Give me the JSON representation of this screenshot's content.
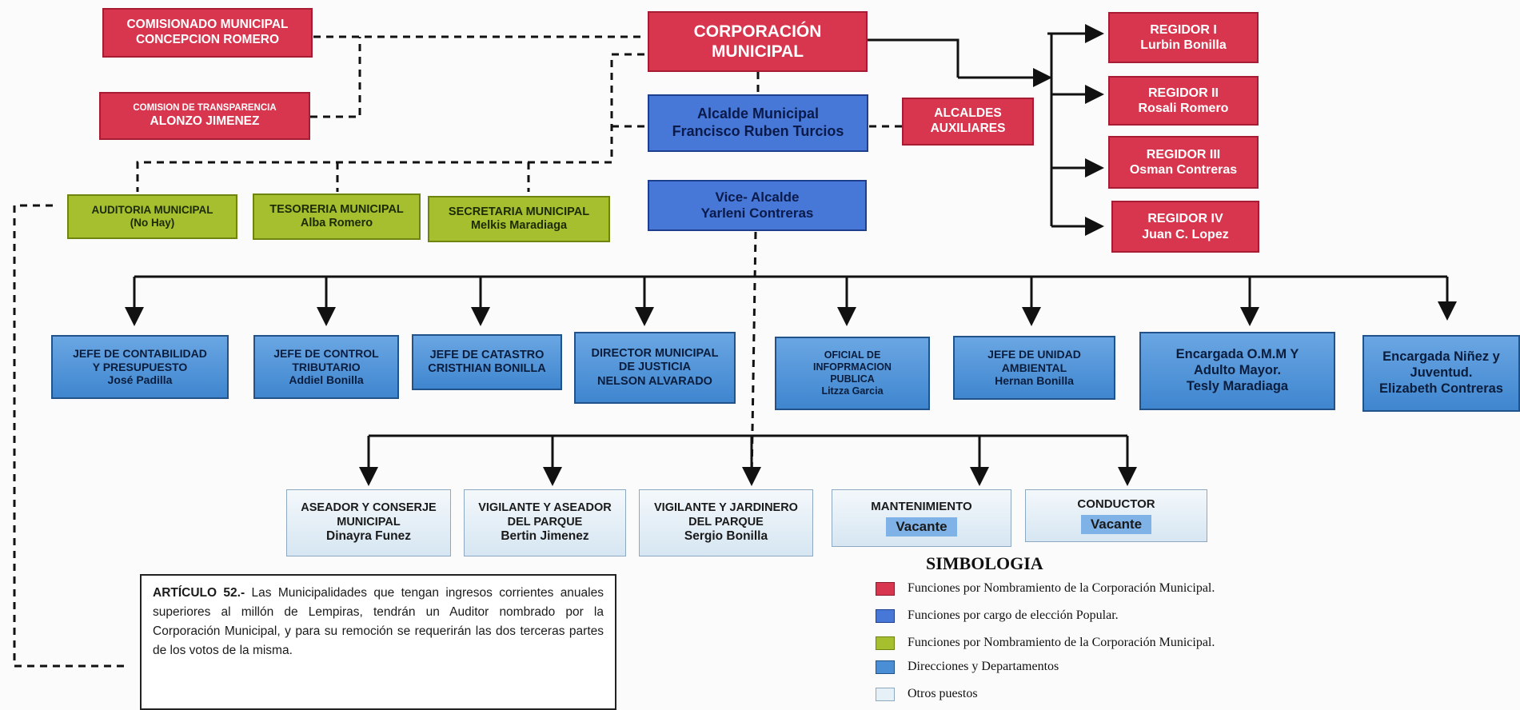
{
  "corporacion": {
    "line1": "CORPORACIÓN",
    "line2": "MUNICIPAL"
  },
  "comisionado": {
    "line1": "COMISIONADO MUNICIPAL",
    "line2": "CONCEPCION  ROMERO"
  },
  "comision": {
    "line1": "COMISION DE TRANSPARENCIA",
    "line2": "ALONZO JIMENEZ"
  },
  "alcalde": {
    "line1": "Alcalde Municipal",
    "line2": "Francisco Ruben Turcios"
  },
  "alcaldes_aux": {
    "line1": "ALCALDES",
    "line2": "AUXILIARES"
  },
  "vice": {
    "line1": "Vice- Alcalde",
    "line2": "Yarleni Contreras"
  },
  "regidores": [
    {
      "title": "REGIDOR I",
      "name": "Lurbin Bonilla"
    },
    {
      "title": "REGIDOR II",
      "name": "Rosali Romero"
    },
    {
      "title": "REGIDOR III",
      "name": "Osman Contreras"
    },
    {
      "title": "REGIDOR IV",
      "name": "Juan C. Lopez"
    }
  ],
  "green_boxes": [
    {
      "line1": "AUDITORIA MUNICIPAL",
      "line2": "(No Hay)"
    },
    {
      "line1": "TESORERIA MUNICIPAL",
      "line2": "Alba Romero"
    },
    {
      "line1": "SECRETARIA MUNICIPAL",
      "line2": "Melkis Maradiaga"
    }
  ],
  "departments": [
    {
      "lines": [
        "JEFE DE CONTABILIDAD",
        "Y PRESUPUESTO",
        "José Padilla"
      ]
    },
    {
      "lines": [
        "JEFE DE CONTROL",
        "TRIBUTARIO",
        "Addiel Bonilla"
      ]
    },
    {
      "lines": [
        "JEFE DE CATASTRO",
        "CRISTHIAN BONILLA"
      ]
    },
    {
      "lines": [
        "DIRECTOR MUNICIPAL",
        "DE JUSTICIA",
        "NELSON ALVARADO"
      ]
    },
    {
      "lines": [
        "OFICIAL DE",
        "INFOPRMACION",
        "PUBLICA",
        "Litzza Garcia"
      ]
    },
    {
      "lines": [
        "JEFE DE UNIDAD",
        "AMBIENTAL",
        "Hernan Bonilla"
      ]
    },
    {
      "lines": [
        "Encargada O.M.M Y",
        "Adulto Mayor.",
        "Tesly Maradiaga"
      ]
    },
    {
      "lines": [
        "Encargada Niñez y",
        "Juventud.",
        "Elizabeth Contreras"
      ]
    }
  ],
  "others": [
    {
      "lines": [
        "ASEADOR Y CONSERJE",
        "MUNICIPAL",
        "Dinayra Funez"
      ]
    },
    {
      "lines": [
        "VIGILANTE Y ASEADOR",
        "DEL PARQUE",
        "Bertin Jimenez"
      ]
    },
    {
      "lines": [
        "VIGILANTE Y JARDINERO",
        "DEL PARQUE",
        "Sergio Bonilla"
      ]
    },
    {
      "title": "MANTENIMIENTO",
      "vacant": "Vacante"
    },
    {
      "title": "CONDUCTOR",
      "vacant": "Vacante"
    }
  ],
  "legend": {
    "title": "SIMBOLOGIA",
    "items": [
      {
        "label": "Funciones por Nombramiento de la Corporación Municipal.",
        "color": "#d8364e"
      },
      {
        "label": "Funciones por cargo de elección Popular.",
        "color": "#4778d8"
      },
      {
        "label": "Funciones por Nombramiento de la Corporación Municipal.",
        "color": "#a6bf2f"
      },
      {
        "label": "Direcciones y Departamentos",
        "color": "#4a8fd6"
      },
      {
        "label": "Otros puestos",
        "color": "#e6f0f7"
      }
    ]
  },
  "article": {
    "heading": "ARTÍCULO 52.-",
    "text": " Las Municipalidades que tengan  ingresos corrientes anuales superiores al millón de Lempiras, tendrán un Auditor nombrado por la Corporación Municipal, y para su remoción se requerirán las dos terceras partes de los votos de la misma."
  }
}
